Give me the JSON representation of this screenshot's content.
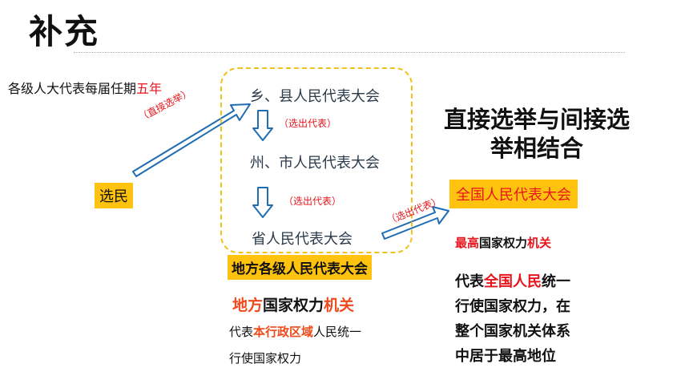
{
  "title": "补充",
  "term": {
    "prefix": "各级人大代表每届任期",
    "highlight": "五年"
  },
  "voter_label": "选民",
  "direct_election_label": "（直接选举）",
  "levels": [
    "乡、县人民代表大会",
    "州、市人民代表大会",
    "省人民代表大会"
  ],
  "elect_label_1": "（选出代表）",
  "elect_label_2": "（选出代表）",
  "elect_label_3": "（选出代表）",
  "local_congress_label": "地方各级人民代表大会",
  "local_heading": {
    "part1": "地方",
    "part2": "国家权力",
    "part3": "机关"
  },
  "local_desc": {
    "line1_prefix": "代表",
    "line1_highlight": "本行政区域",
    "line1_suffix": "人民统一",
    "line2": "行使国家权力"
  },
  "combined_heading": {
    "line1": "直接选举与间接选",
    "line2": "举相结合"
  },
  "national_congress_label": "全国人民代表大会",
  "national_heading": {
    "part1": "最高",
    "part2": "国家权力",
    "part3": "机关"
  },
  "national_desc": {
    "line1_prefix": "代表",
    "line1_highlight": "全国人民",
    "line1_suffix": "统一",
    "line2": "行使国家权力，在",
    "line3": "整个国家机关体系",
    "line4": "中居于最高地位"
  },
  "colors": {
    "accent_red": "#e8141b",
    "accent_orange": "#ef4a1c",
    "highlight_yellow": "#ffc20e",
    "dash_yellow": "#f2c21a",
    "arrow_blue": "#1f6cb3"
  }
}
